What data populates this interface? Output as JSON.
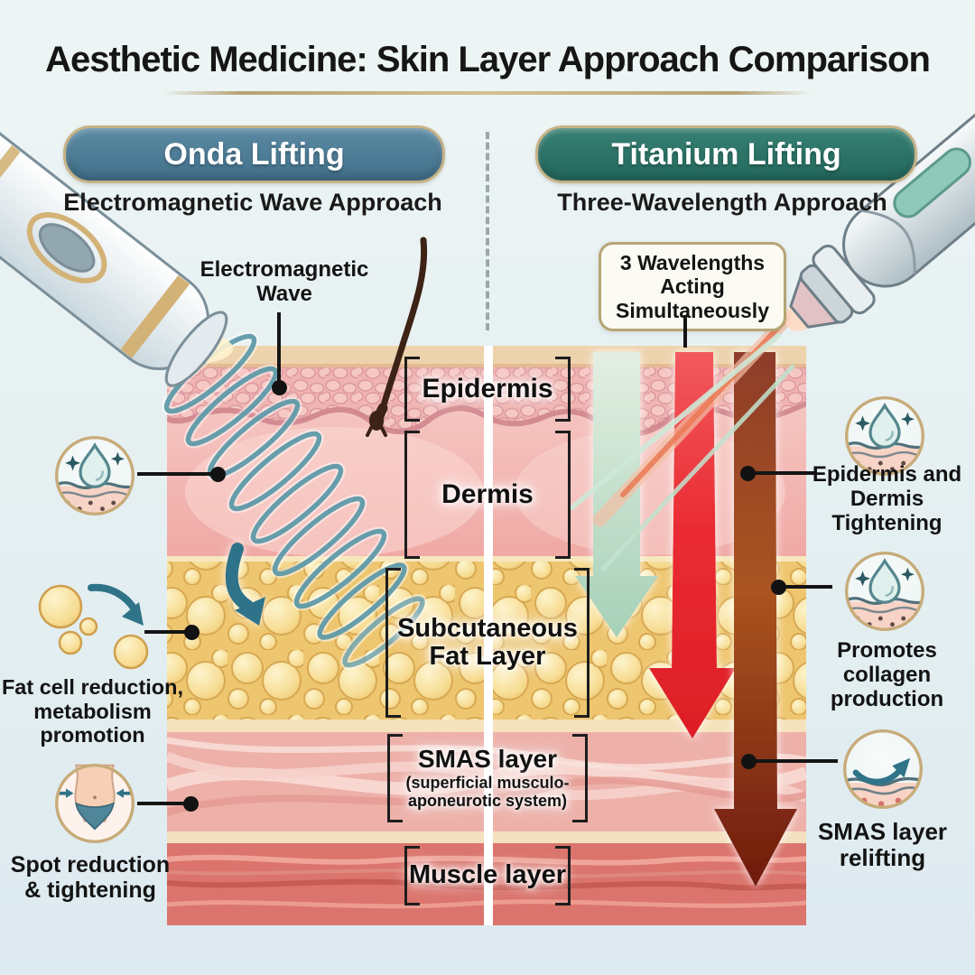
{
  "title": "Aesthetic Medicine: Skin Layer Approach Comparison",
  "left_column": {
    "header": "Onda Lifting",
    "subtitle": "Electromagnetic Wave Approach",
    "wave_label": "Electromagnetic\nWave",
    "annotations": [
      {
        "icon": "droplet-sparkle-skin-icon",
        "label": ""
      },
      {
        "icon": "fat-cells-icon",
        "label": "Fat cell reduction,\nmetabolism\npromotion"
      },
      {
        "icon": "waist-slimming-icon",
        "label": "Spot reduction\n& tightening"
      }
    ]
  },
  "right_column": {
    "header": "Titanium Lifting",
    "subtitle": "Three-Wavelength Approach",
    "callout": "3 Wavelengths\nActing\nSimultaneously",
    "annotations": [
      {
        "icon": "droplet-sparkle-skin-icon",
        "label": "Epidermis and\nDermis\nTightening"
      },
      {
        "icon": "droplet-sparkle-skin-icon",
        "label": "Promotes\ncollagen\nproduction"
      },
      {
        "icon": "smas-relifting-icon",
        "label": "SMAS layer\nrelifting"
      }
    ]
  },
  "layers": {
    "epidermis": "Epidermis",
    "dermis": "Dermis",
    "fat": "Subcutaneous\nFat Layer",
    "smas": "SMAS layer",
    "smas_sub": "(superficial musculo-\naponeurotic system)",
    "muscle": "Muscle layer"
  },
  "colors": {
    "background": "#e7f0f1",
    "accent_gold": "#bfa87a",
    "onda_pill": "#4a7b96",
    "titanium_pill": "#2d7164",
    "wave_teal": "#5f9aa9",
    "arrow_mint": "#b7d9c3",
    "arrow_red": "#e62e34",
    "arrow_dark_red": "#8f3a20",
    "fat_yellow": "#eec670",
    "dermis_pink": "#f2b5b1"
  }
}
